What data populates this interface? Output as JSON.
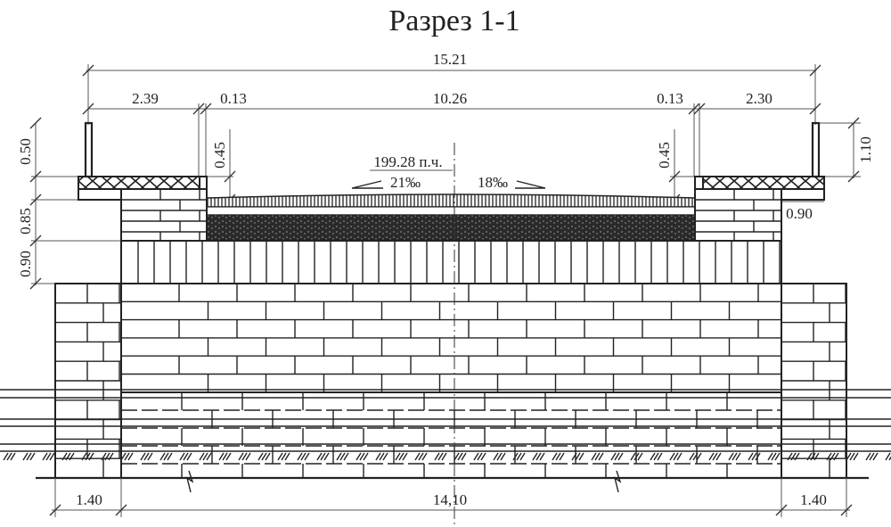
{
  "title": "Разрез 1-1",
  "dimensions": {
    "top_total": "15.21",
    "top_left_sidewalk": "2.39",
    "top_left_curb": "0.13",
    "top_roadway": "10.26",
    "top_right_curb": "0.13",
    "top_right_sidewalk": "2.30",
    "left_railing_height": "0.50",
    "left_layer_2": "0.85",
    "left_layer_3": "0.90",
    "left_curb_height": "0.45",
    "right_curb_height": "0.45",
    "right_railing_height": "1.10",
    "right_ledge": "0.90",
    "bottom_left": "1.40",
    "bottom_center": "14,10",
    "bottom_right": "1.40"
  },
  "elevation_mark": "199.28 п.ч.",
  "slopes": {
    "left": "21‰",
    "right": "18‰"
  },
  "colors": {
    "ink": "#222222",
    "paper": "#ffffff"
  }
}
